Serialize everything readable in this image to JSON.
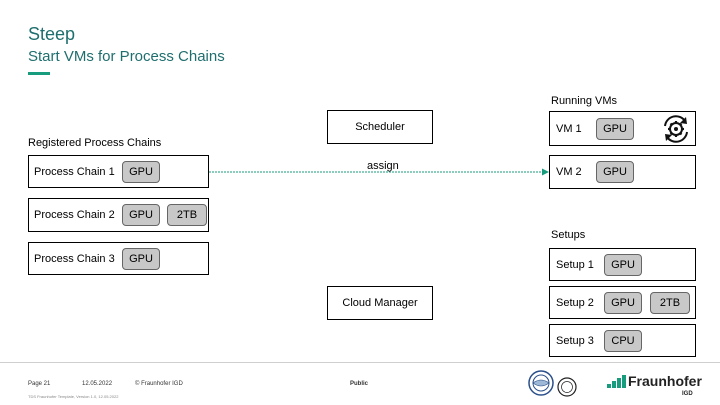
{
  "header": {
    "title": "Steep",
    "subtitle": "Start VMs for Process Chains"
  },
  "registered": {
    "heading": "Registered Process Chains",
    "chains": [
      {
        "name": "Process Chain 1",
        "chips": [
          "GPU"
        ]
      },
      {
        "name": "Process Chain 2",
        "chips": [
          "GPU",
          "2TB"
        ]
      },
      {
        "name": "Process Chain 3",
        "chips": [
          "GPU"
        ]
      }
    ]
  },
  "center": {
    "scheduler": "Scheduler",
    "assign": "assign",
    "cloud_manager": "Cloud Manager"
  },
  "running": {
    "heading": "Running VMs",
    "vms": [
      {
        "name": "VM 1",
        "chips": [
          "GPU"
        ],
        "icon": "gear-sync-icon"
      },
      {
        "name": "VM 2",
        "chips": [
          "GPU"
        ]
      }
    ]
  },
  "setups": {
    "heading": "Setups",
    "items": [
      {
        "name": "Setup 1",
        "chips": [
          "GPU"
        ]
      },
      {
        "name": "Setup 2",
        "chips": [
          "GPU",
          "2TB"
        ]
      },
      {
        "name": "Setup 3",
        "chips": [
          "CPU"
        ]
      }
    ]
  },
  "footer": {
    "page": "Page 21",
    "date": "12.05.2022",
    "copyright": "© Fraunhofer IGD",
    "classification": "Public",
    "small_text": "TDS Fraunhofer Template, Version 1.0, 12.05.2022",
    "logo_main": "Fraunhofer",
    "logo_sub": "IGD"
  },
  "colors": {
    "title": "#1f6e6e",
    "accent": "#179c7d",
    "arrow": "#179c7d",
    "chip": "#c8c8c8"
  }
}
